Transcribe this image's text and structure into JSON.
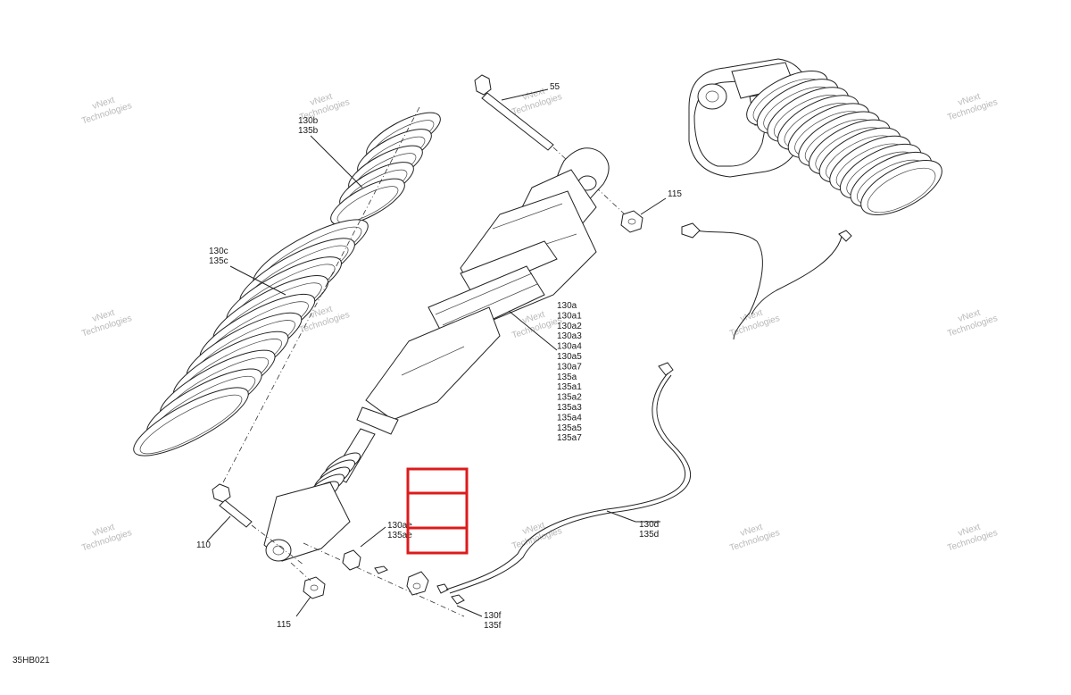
{
  "diagram_code": "35HB021",
  "watermark": {
    "line1": "vNext",
    "line2": "Technologies"
  },
  "callouts": {
    "c55": "55",
    "c115_top": "115",
    "c115_bottom": "115",
    "c110": "110",
    "c130b": "130b",
    "c135b": "135b",
    "c130c": "130c",
    "c135c": "135c",
    "c130d": "130d",
    "c135d": "135d",
    "c130f": "130f",
    "c135f": "135f",
    "c130ae": "130ae",
    "c135ae": "135ae",
    "shock_list": [
      "130a",
      "130a1",
      "130a2",
      "130a3",
      "130a4",
      "130a5",
      "130a7",
      "135a",
      "135a1",
      "135a2",
      "135a3",
      "135a4",
      "135a5",
      "135a7"
    ]
  },
  "highlight_color": "#dd1b1b"
}
